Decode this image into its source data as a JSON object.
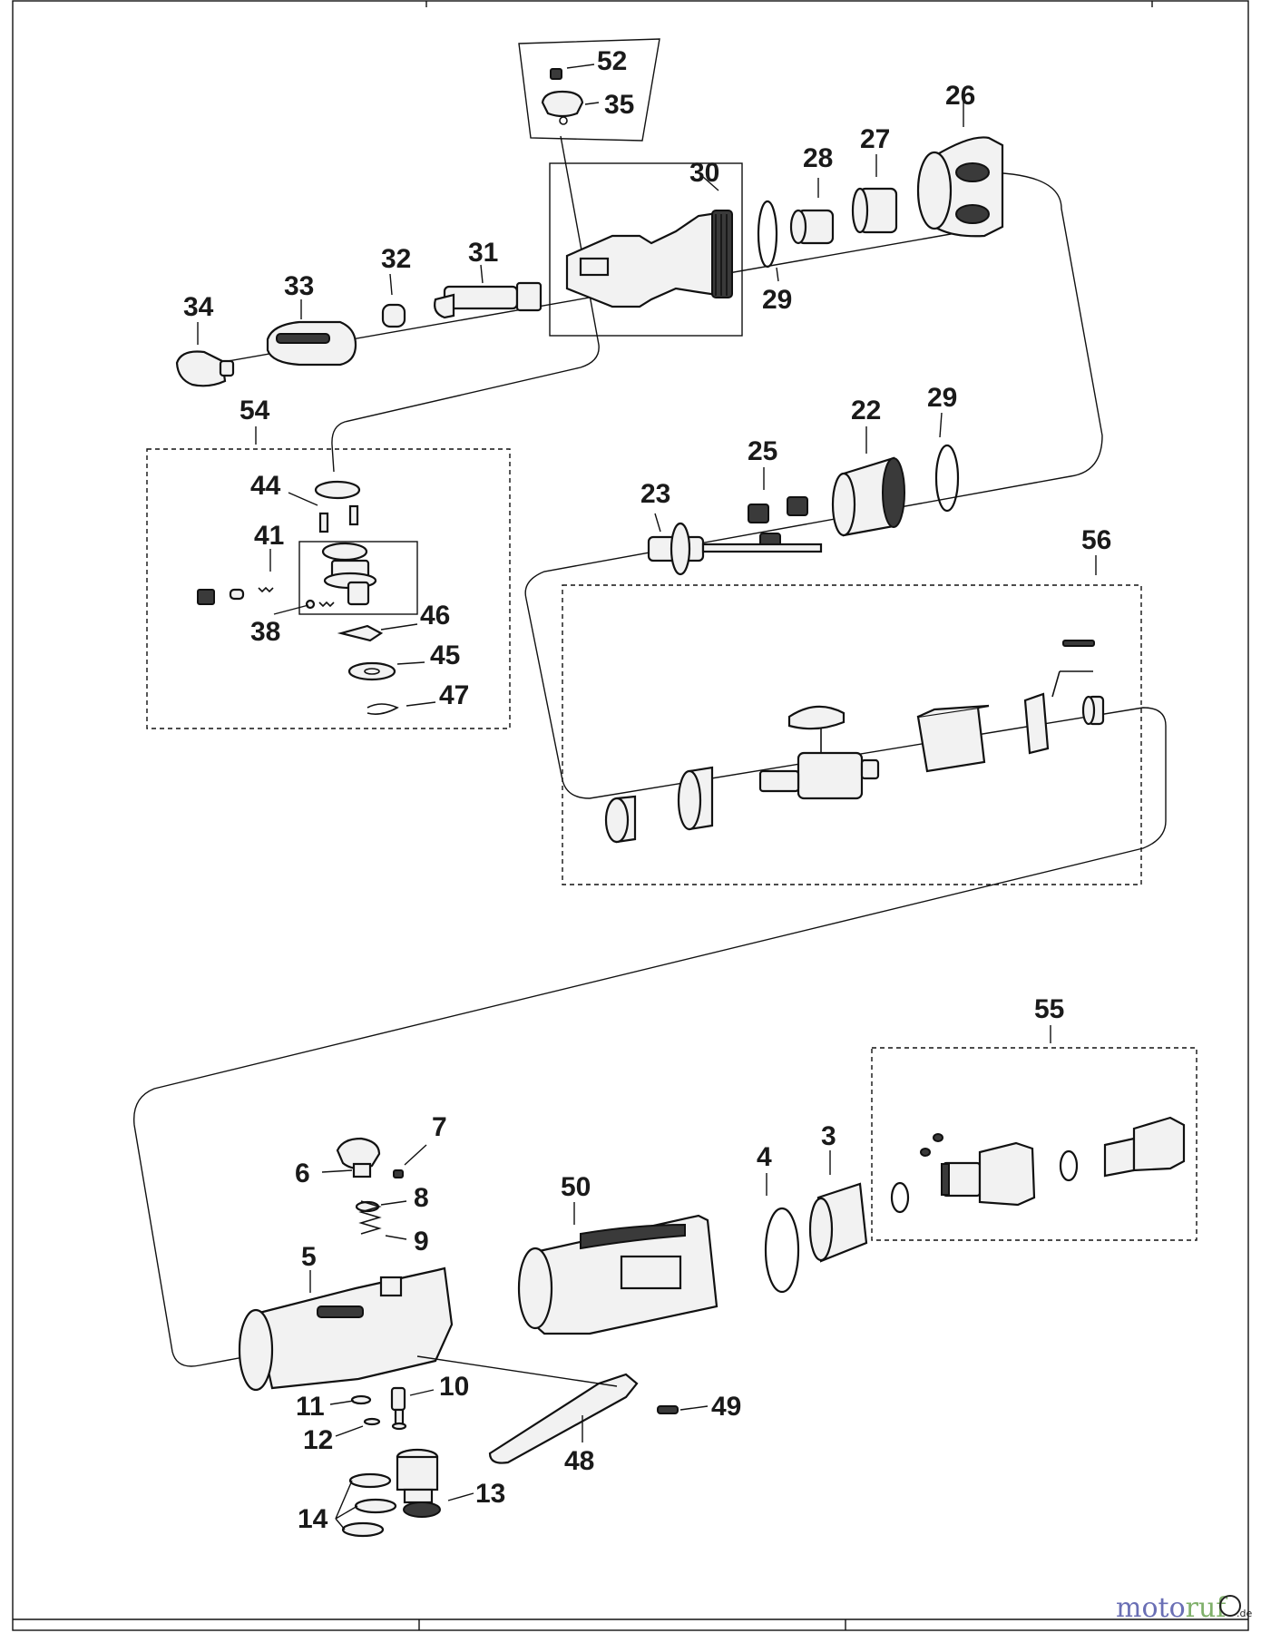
{
  "labels": {
    "p52": "52",
    "p35": "35",
    "p30": "30",
    "p28": "28",
    "p27": "27",
    "p26": "26",
    "p31": "31",
    "p32": "32",
    "p33": "33",
    "p34": "34",
    "p29a": "29",
    "p29b": "29",
    "p54": "54",
    "p44": "44",
    "p41": "41",
    "p38": "38",
    "p46": "46",
    "p45": "45",
    "p47": "47",
    "p22": "22",
    "p25": "25",
    "p23": "23",
    "p56": "56",
    "p55": "55",
    "p7": "7",
    "p6": "6",
    "p8": "8",
    "p9": "9",
    "p5": "5",
    "p50": "50",
    "p4": "4",
    "p3": "3",
    "p10": "10",
    "p11": "11",
    "p12": "12",
    "p13": "13",
    "p14": "14",
    "p48": "48",
    "p49": "49"
  },
  "watermark": {
    "part1": "moto",
    "part2": "ruf",
    "suffix": ".de"
  },
  "colors": {
    "ink": "#111111",
    "watermark_blue": "#6a6fb5",
    "watermark_green": "#7fb06a"
  }
}
